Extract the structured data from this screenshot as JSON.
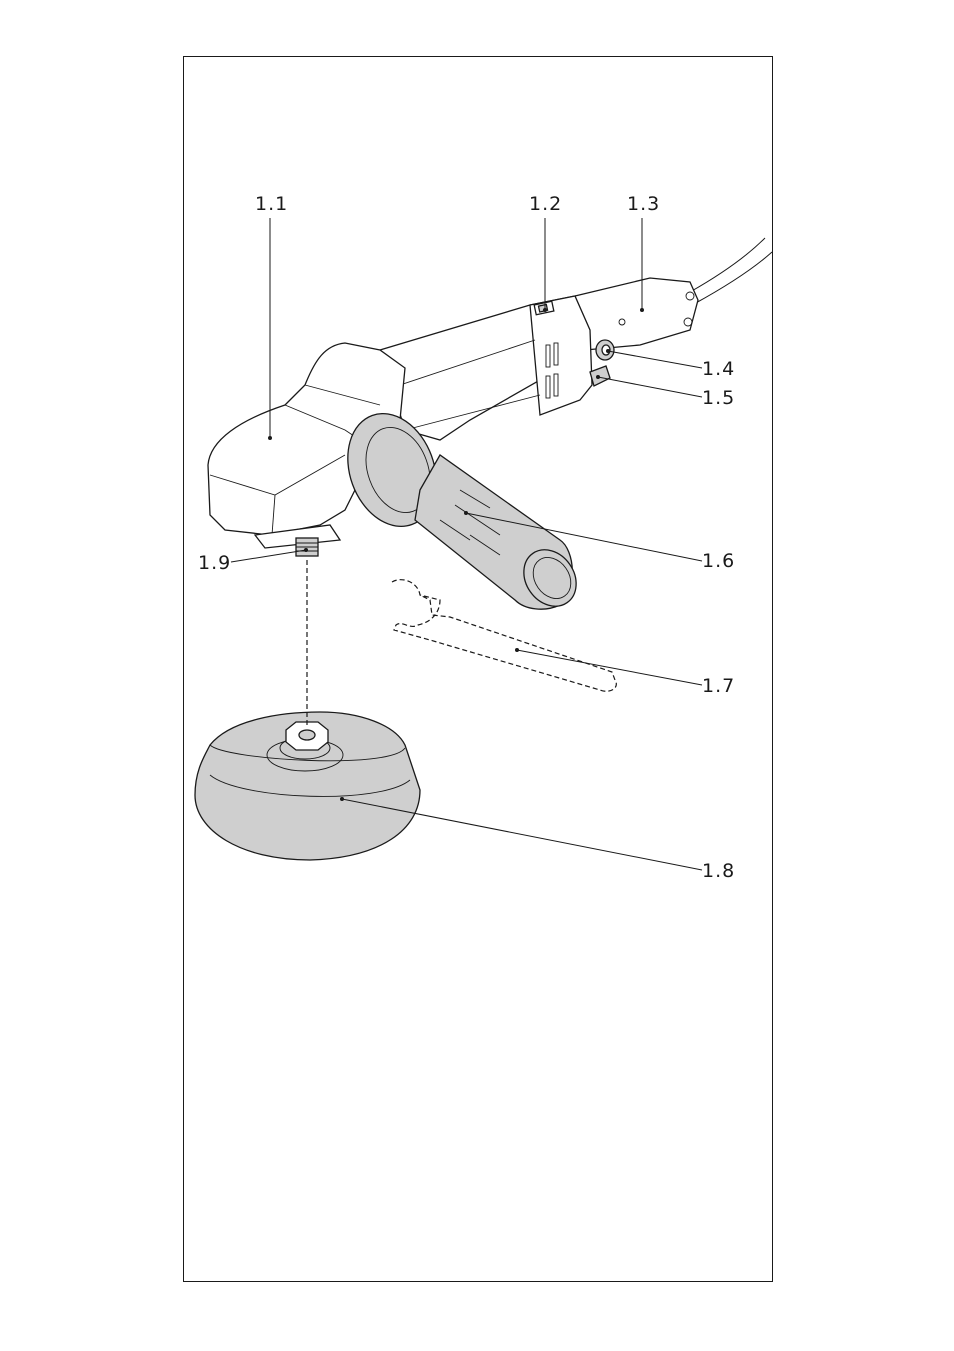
{
  "diagram": {
    "callouts": [
      {
        "id": "1.1",
        "label": "1.1"
      },
      {
        "id": "1.2",
        "label": "1.2"
      },
      {
        "id": "1.3",
        "label": "1.3"
      },
      {
        "id": "1.4",
        "label": "1.4"
      },
      {
        "id": "1.5",
        "label": "1.5"
      },
      {
        "id": "1.6",
        "label": "1.6"
      },
      {
        "id": "1.7",
        "label": "1.7"
      },
      {
        "id": "1.8",
        "label": "1.8"
      },
      {
        "id": "1.9",
        "label": "1.9"
      }
    ],
    "colors": {
      "line": "#1a1a1a",
      "fill_grey": "#cfcfcf",
      "background": "#ffffff"
    }
  }
}
